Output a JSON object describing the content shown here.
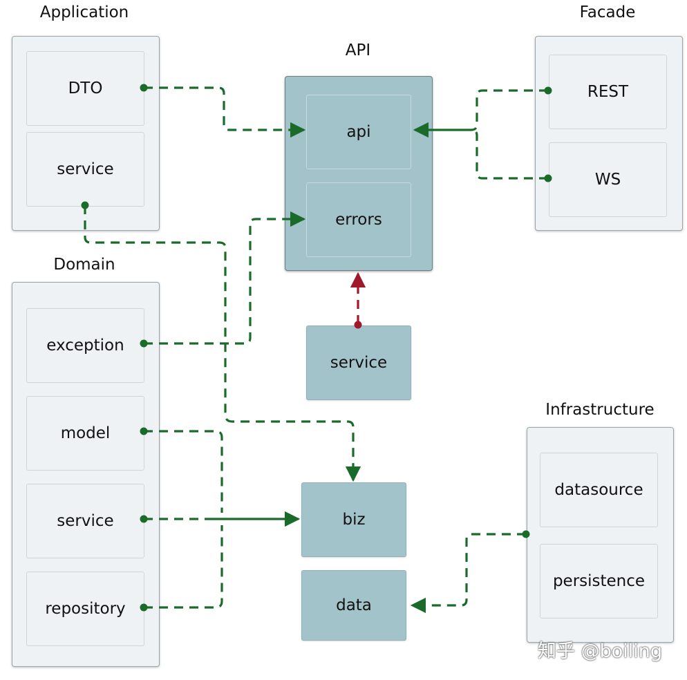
{
  "groups": {
    "application": {
      "title": "Application",
      "items": [
        "DTO",
        "service"
      ]
    },
    "facade": {
      "title": "Facade",
      "items": [
        "REST",
        "WS"
      ]
    },
    "api": {
      "title": "API",
      "items": [
        "api",
        "errors"
      ]
    },
    "domain": {
      "title": "Domain",
      "items": [
        "exception",
        "model",
        "service",
        "repository"
      ]
    },
    "infrastructure": {
      "title": "Infrastructure",
      "items": [
        "datasource",
        "persistence"
      ]
    }
  },
  "standalone": {
    "service": "service",
    "biz": "biz",
    "data": "data"
  },
  "watermark": "知乎 @boiling",
  "colors": {
    "link": "#1a6b2a",
    "api_service_link": "#a0182a",
    "module_fill": "#a2c3c9",
    "group_fill": "#eef2f4"
  }
}
